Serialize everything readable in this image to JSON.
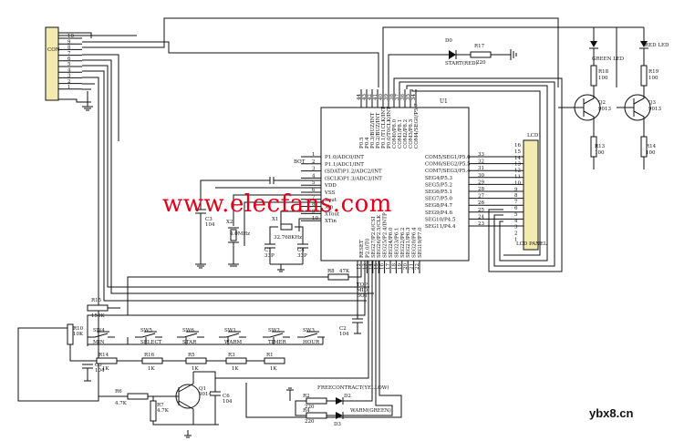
{
  "connector": {
    "ref": "CON",
    "pins": [
      "10",
      "9",
      "8",
      "7",
      "6",
      "5",
      "4",
      "3",
      "2",
      "1"
    ]
  },
  "mcu": {
    "ref": "U1",
    "left_pins": [
      {
        "num": "1",
        "name": "P1.0/ADC0/INT"
      },
      {
        "num": "2",
        "name": "P1.1/ADC1/INT"
      },
      {
        "num": "3",
        "name": "(SDAT)P1.2/ADC2/INT"
      },
      {
        "num": "4",
        "name": "(SCLK)P1.3/ADC3/INT"
      },
      {
        "num": "5",
        "name": "VDD"
      },
      {
        "num": "6",
        "name": "VSS"
      },
      {
        "num": "7",
        "name": "Xout"
      },
      {
        "num": "8",
        "name": "Xin"
      },
      {
        "num": "9",
        "name": "XTout"
      },
      {
        "num": "10",
        "name": "XTin"
      }
    ],
    "top_pins": [
      {
        "num": "44",
        "name": "P0.5"
      },
      {
        "num": "43",
        "name": "P0.4"
      },
      {
        "num": "42",
        "name": "P0.3/BUZ/INT"
      },
      {
        "num": "41",
        "name": "P0.2/BUZ/INT"
      },
      {
        "num": "40",
        "name": "P0.1/T1CLK/INT"
      },
      {
        "num": "39",
        "name": "P0.0/T0CLK/INT"
      },
      {
        "num": "38",
        "name": "COM0/P8.0"
      },
      {
        "num": "37",
        "name": "COM1/P8.1"
      },
      {
        "num": "36",
        "name": "COM2/P8.2"
      },
      {
        "num": "35",
        "name": "COM3/P8.3"
      },
      {
        "num": "34",
        "name": "COM4/SEG0/P5.7"
      }
    ],
    "right_pins": [
      {
        "num": "33",
        "name": "COM5/SEG1/P5.6"
      },
      {
        "num": "32",
        "name": "COM6/SEG2/P5.5"
      },
      {
        "num": "31",
        "name": "COM7/SEG3/P5.4"
      },
      {
        "num": "30",
        "name": "SEG4/P5.3"
      },
      {
        "num": "29",
        "name": "SEG5/P5.2"
      },
      {
        "num": "28",
        "name": "SEG6/P5.1"
      },
      {
        "num": "27",
        "name": "SEG7/P5.0"
      },
      {
        "num": "26",
        "name": "SEG8/P4.7"
      },
      {
        "num": "25",
        "name": "SEG9/P4.6"
      },
      {
        "num": "24",
        "name": "SEG10/P4.5"
      },
      {
        "num": "23",
        "name": "SEG11/P4.4"
      }
    ],
    "bottom_pins": [
      {
        "num": "12",
        "name": "RESET"
      },
      {
        "num": "13",
        "name": "P2.0/T0"
      },
      {
        "num": "14",
        "name": "SEG27/P2.6/CSI"
      },
      {
        "num": "15",
        "name": "SEG26/P2.5/CLK"
      },
      {
        "num": "16",
        "name": "SEG25/P2.4/INTP"
      },
      {
        "num": "17",
        "name": "SEG24/P6.0"
      },
      {
        "num": "18",
        "name": "SEG23/P6.1"
      },
      {
        "num": "19",
        "name": "SEG22/P6.2"
      },
      {
        "num": "20",
        "name": "SEG21/P6.3"
      },
      {
        "num": "21",
        "name": "SEG20/P6.4"
      },
      {
        "num": "22",
        "name": "SEG19/P7.0"
      }
    ]
  },
  "lcd": {
    "ref": "LCD1",
    "label": "LCD PANEL",
    "pins": [
      "16",
      "15",
      "14",
      "13",
      "12",
      "11",
      "10",
      "9",
      "8",
      "7",
      "6",
      "5",
      "4",
      "3",
      "2",
      "1"
    ]
  },
  "nets": {
    "bot": "BOT",
    "top": "TOP",
    "mid": "MID"
  },
  "parts": {
    "d0": {
      "ref": "D0",
      "label": "START(RED)"
    },
    "r17": {
      "ref": "R17",
      "value": "220"
    },
    "green_led": "GREEN LED",
    "red_led": "RED LED",
    "r18": {
      "ref": "R18",
      "value": "100"
    },
    "r19": {
      "ref": "R19",
      "value": "100"
    },
    "q2": {
      "ref": "Q2",
      "value": "9013"
    },
    "q3": {
      "ref": "Q3",
      "value": "9013"
    },
    "r13": {
      "ref": "R13",
      "value": "100"
    },
    "r14b": {
      "ref": "R14",
      "value": "100"
    },
    "c3": {
      "ref": "C3",
      "value": "104"
    },
    "x2": {
      "ref": "X2",
      "value": "4.0MHz"
    },
    "x1": {
      "ref": "X1",
      "value": "32.768KHz"
    },
    "c1": {
      "ref": "C1",
      "value": "33P"
    },
    "c4": {
      "ref": "C4",
      "value": "33P"
    },
    "r8": {
      "ref": "R8",
      "value": "47K"
    },
    "c2": {
      "ref": "C2",
      "value": "104"
    },
    "r15": {
      "ref": "R15",
      "value": "150K"
    },
    "r10": {
      "ref": "R10",
      "value": "10K"
    },
    "c5": {
      "ref": "C5",
      "value": "104"
    },
    "r14": {
      "ref": "R14",
      "value": "1K"
    },
    "r16": {
      "ref": "R16",
      "value": "1K"
    },
    "r5": {
      "ref": "R5",
      "value": "1K"
    },
    "r3": {
      "ref": "R3",
      "value": "1K"
    },
    "r1": {
      "ref": "R1",
      "value": "1K"
    },
    "q1": {
      "ref": "Q1",
      "value": "9014"
    },
    "r6": {
      "ref": "R6",
      "value": "4.7K"
    },
    "r7": {
      "ref": "R7",
      "value": "4.7K"
    },
    "c6": {
      "ref": "C6",
      "value": "104"
    },
    "r2": {
      "ref": "R2",
      "value": "220"
    },
    "r4": {
      "ref": "R4",
      "value": "220"
    },
    "d2_label": "FREECONTRACT(YELLOW)",
    "d3_label": "WARM(GREEN)",
    "d2": "D2",
    "d3": "D3"
  },
  "switches": [
    {
      "ref": "SW4",
      "label": "MIN"
    },
    {
      "ref": "SW5",
      "label": "SELECT"
    },
    {
      "ref": "SW6",
      "label": "STAR"
    },
    {
      "ref": "SW1",
      "label": "WARM"
    },
    {
      "ref": "SW2",
      "label": "TIMER"
    },
    {
      "ref": "SW3",
      "label": "HOUR"
    }
  ],
  "watermark": "www.elecfans.com",
  "footer": "ybx8.cn"
}
